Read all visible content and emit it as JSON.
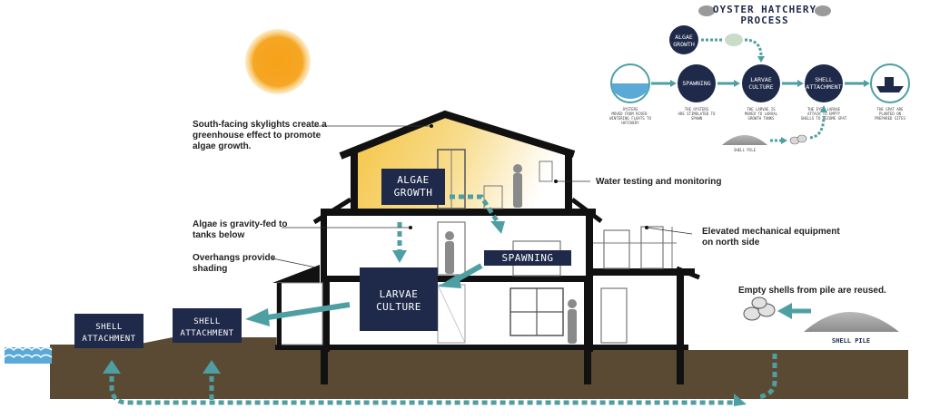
{
  "process": {
    "title_line1": "OYSTER HATCHERY",
    "title_line2": "PROCESS",
    "algae_line1": "ALGAE",
    "algae_line2": "GROWTH",
    "spawning": "SPAWNING",
    "larvae_line1": "LARVAE",
    "larvae_line2": "CULTURE",
    "shell_line1": "SHELL",
    "shell_line2": "ATTACHMENT",
    "shell_pile": "SHELL PILE",
    "cap_oysters": [
      "OYSTERS",
      "MOVED FROM RIVER-",
      "WINTERING FLOATS TO",
      "HATCHERY"
    ],
    "cap_spawning": [
      "THE OYSTERS",
      "ARE STIMULATED TO",
      "SPAWN"
    ],
    "cap_larvae": [
      "THE LARVAE IS",
      "MOVED TO LARVAL",
      "GROWTH TANKS"
    ],
    "cap_shell": [
      "THE EYED LARVAE",
      "ATTACH TO EMPTY",
      "SHELLS TO BECOME SPAT"
    ],
    "cap_boat": [
      "THE SPAT ARE",
      "PLANTED ON",
      "PREPARED SITES"
    ]
  },
  "annotations": {
    "skylights": [
      "South-facing skylights create a",
      "greenhouse effect to promote",
      "algae growth."
    ],
    "water": "Water testing and monitoring",
    "gravity": [
      "Algae is gravity-fed to",
      "tanks below"
    ],
    "overhangs": [
      "Overhangs provide",
      "shading"
    ],
    "mechanical": [
      "Elevated mechanical equipment",
      "on north side"
    ],
    "empty_shells": "Empty shells from pile are reused."
  },
  "boxes": {
    "algae_line1": "ALGAE",
    "algae_line2": "GROWTH",
    "spawning": "SPAWNING",
    "larvae_line1": "LARVAE",
    "larvae_line2": "CULTURE",
    "shell_line1": "SHELL",
    "shell_line2": "ATTACHMENT",
    "shell_pile": "SHELL PILE"
  },
  "colors": {
    "navy": "#1f2a4a",
    "teal": "#4e9fa3",
    "ground": "#5b4a33",
    "sun": "#f6a51a",
    "water": "#5aa9d6"
  }
}
